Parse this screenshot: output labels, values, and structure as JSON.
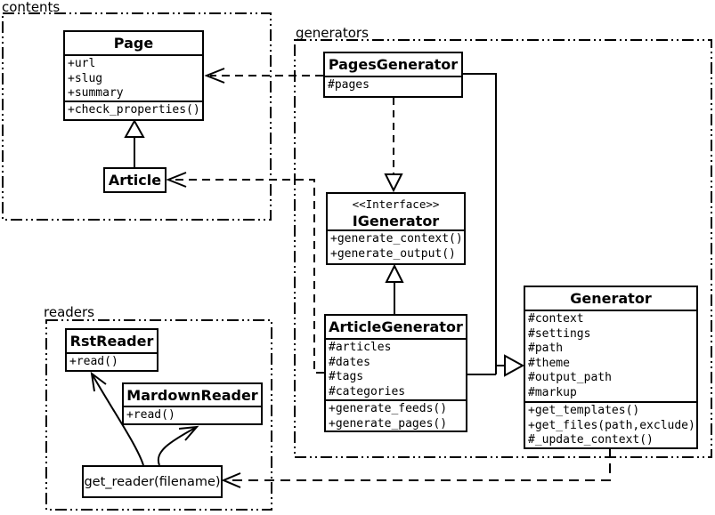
{
  "diagram": {
    "packages": {
      "contents": {
        "label": "contents"
      },
      "generators": {
        "label": "generators"
      },
      "readers": {
        "label": "readers"
      }
    },
    "classes": {
      "page": {
        "name": "Page",
        "attributes": [
          "+url",
          "+slug",
          "+summary"
        ],
        "methods": [
          "+check_properties()"
        ]
      },
      "article": {
        "name": "Article"
      },
      "pages_generator": {
        "name": "PagesGenerator",
        "attributes": [
          "#pages"
        ]
      },
      "igenerator": {
        "stereotype": "<<Interface>>",
        "name": "IGenerator",
        "methods": [
          "+generate_context()",
          "+generate_output()"
        ]
      },
      "article_generator": {
        "name": "ArticleGenerator",
        "attributes": [
          "#articles",
          "#dates",
          "#tags",
          "#categories"
        ],
        "methods": [
          "+generate_feeds()",
          "+generate_pages()"
        ]
      },
      "generator": {
        "name": "Generator",
        "attributes": [
          "#context",
          "#settings",
          "#path",
          "#theme",
          "#output_path",
          "#markup"
        ],
        "methods": [
          "+get_templates()",
          "+get_files(path,exclude)",
          "#_update_context()"
        ]
      },
      "rst_reader": {
        "name": "RstReader",
        "methods": [
          "+read()"
        ]
      },
      "mardown_reader": {
        "name": "MardownReader",
        "methods": [
          "+read()"
        ]
      },
      "get_reader": {
        "label": "get_reader(filename)"
      }
    },
    "relationships": [
      {
        "from": "Article",
        "to": "Page",
        "type": "generalization"
      },
      {
        "from": "PagesGenerator",
        "to": "Page",
        "type": "dependency"
      },
      {
        "from": "ArticleGenerator",
        "to": "Article",
        "type": "dependency"
      },
      {
        "from": "PagesGenerator",
        "to": "IGenerator",
        "type": "realization"
      },
      {
        "from": "ArticleGenerator",
        "to": "IGenerator",
        "type": "generalization"
      },
      {
        "from": "PagesGenerator",
        "to": "Generator",
        "type": "generalization"
      },
      {
        "from": "ArticleGenerator",
        "to": "Generator",
        "type": "generalization"
      },
      {
        "from": "Generator",
        "to": "get_reader(filename)",
        "type": "dependency"
      },
      {
        "from": "get_reader(filename)",
        "to": "RstReader",
        "type": "association"
      },
      {
        "from": "get_reader(filename)",
        "to": "MardownReader",
        "type": "association"
      }
    ],
    "colors": {
      "line": "#000000",
      "background": "#ffffff",
      "box_fill": "#ffffff"
    }
  }
}
